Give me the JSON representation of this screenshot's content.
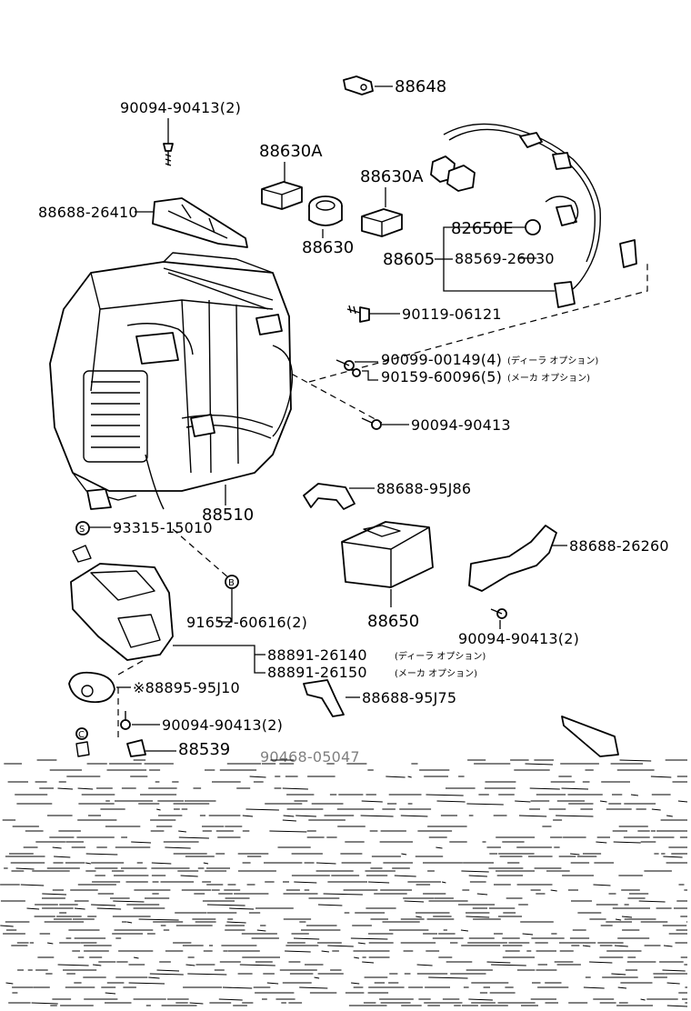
{
  "labels": {
    "p88648": "88648",
    "p90094_90413_2_top": "90094-90413(2)",
    "p88630A_left": "88630A",
    "p88630A_right": "88630A",
    "p88688_26410": "88688-26410",
    "p82650E": "82650E",
    "p88630": "88630",
    "p88605": "88605",
    "p88569_26030": "88569-26030",
    "p90119_06121": "90119-06121",
    "p90099_00149": "90099-00149(4)",
    "p90159_60096": "90159-60096(5)",
    "p90094_90413_mid": "90094-90413",
    "p88688_95J86": "88688-95J86",
    "p88510": "88510",
    "p93315_15010": "93315-15010",
    "p88688_26260": "88688-26260",
    "p91652_60616": "91652-60616(2)",
    "p88650": "88650",
    "p90094_90413_2_right": "90094-90413(2)",
    "p88891_26140": "88891-26140",
    "p88891_26150": "88891-26150",
    "p88895_95J10": "※88895-95J10",
    "p88688_95J75": "88688-95J75",
    "p90094_90413_2_bottom": "90094-90413(2)",
    "p88539": "88539",
    "p90468_partial": "90468-05047"
  },
  "notes": {
    "dealer_option_1": "(ディーラ オプション)",
    "maker_option_1": "(メーカ オプション)",
    "dealer_option_2": "(ディーラ オプション)",
    "maker_option_2": "(メーカ オプション)"
  },
  "markers": {
    "s": "S",
    "b": "B",
    "c": "C"
  }
}
